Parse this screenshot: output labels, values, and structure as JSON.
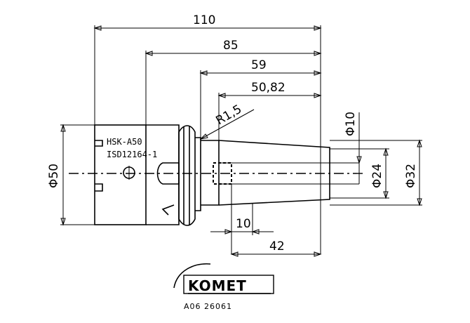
{
  "dimensions": {
    "total_length": "110",
    "shank_length": "85",
    "body_length": "59",
    "taper_length": "50,82",
    "radius": "R1,5",
    "dia_bore": "Φ10",
    "dia_flange": "Φ50",
    "dia_inner": "Φ24",
    "dia_outer": "Φ32",
    "clamp_length": "10",
    "nose_length": "42"
  },
  "labels": {
    "interface": "HSK-A50",
    "standard": "ISD12164-1"
  },
  "footer": {
    "brand": "KOMET",
    "document_no": "A06 26061"
  }
}
